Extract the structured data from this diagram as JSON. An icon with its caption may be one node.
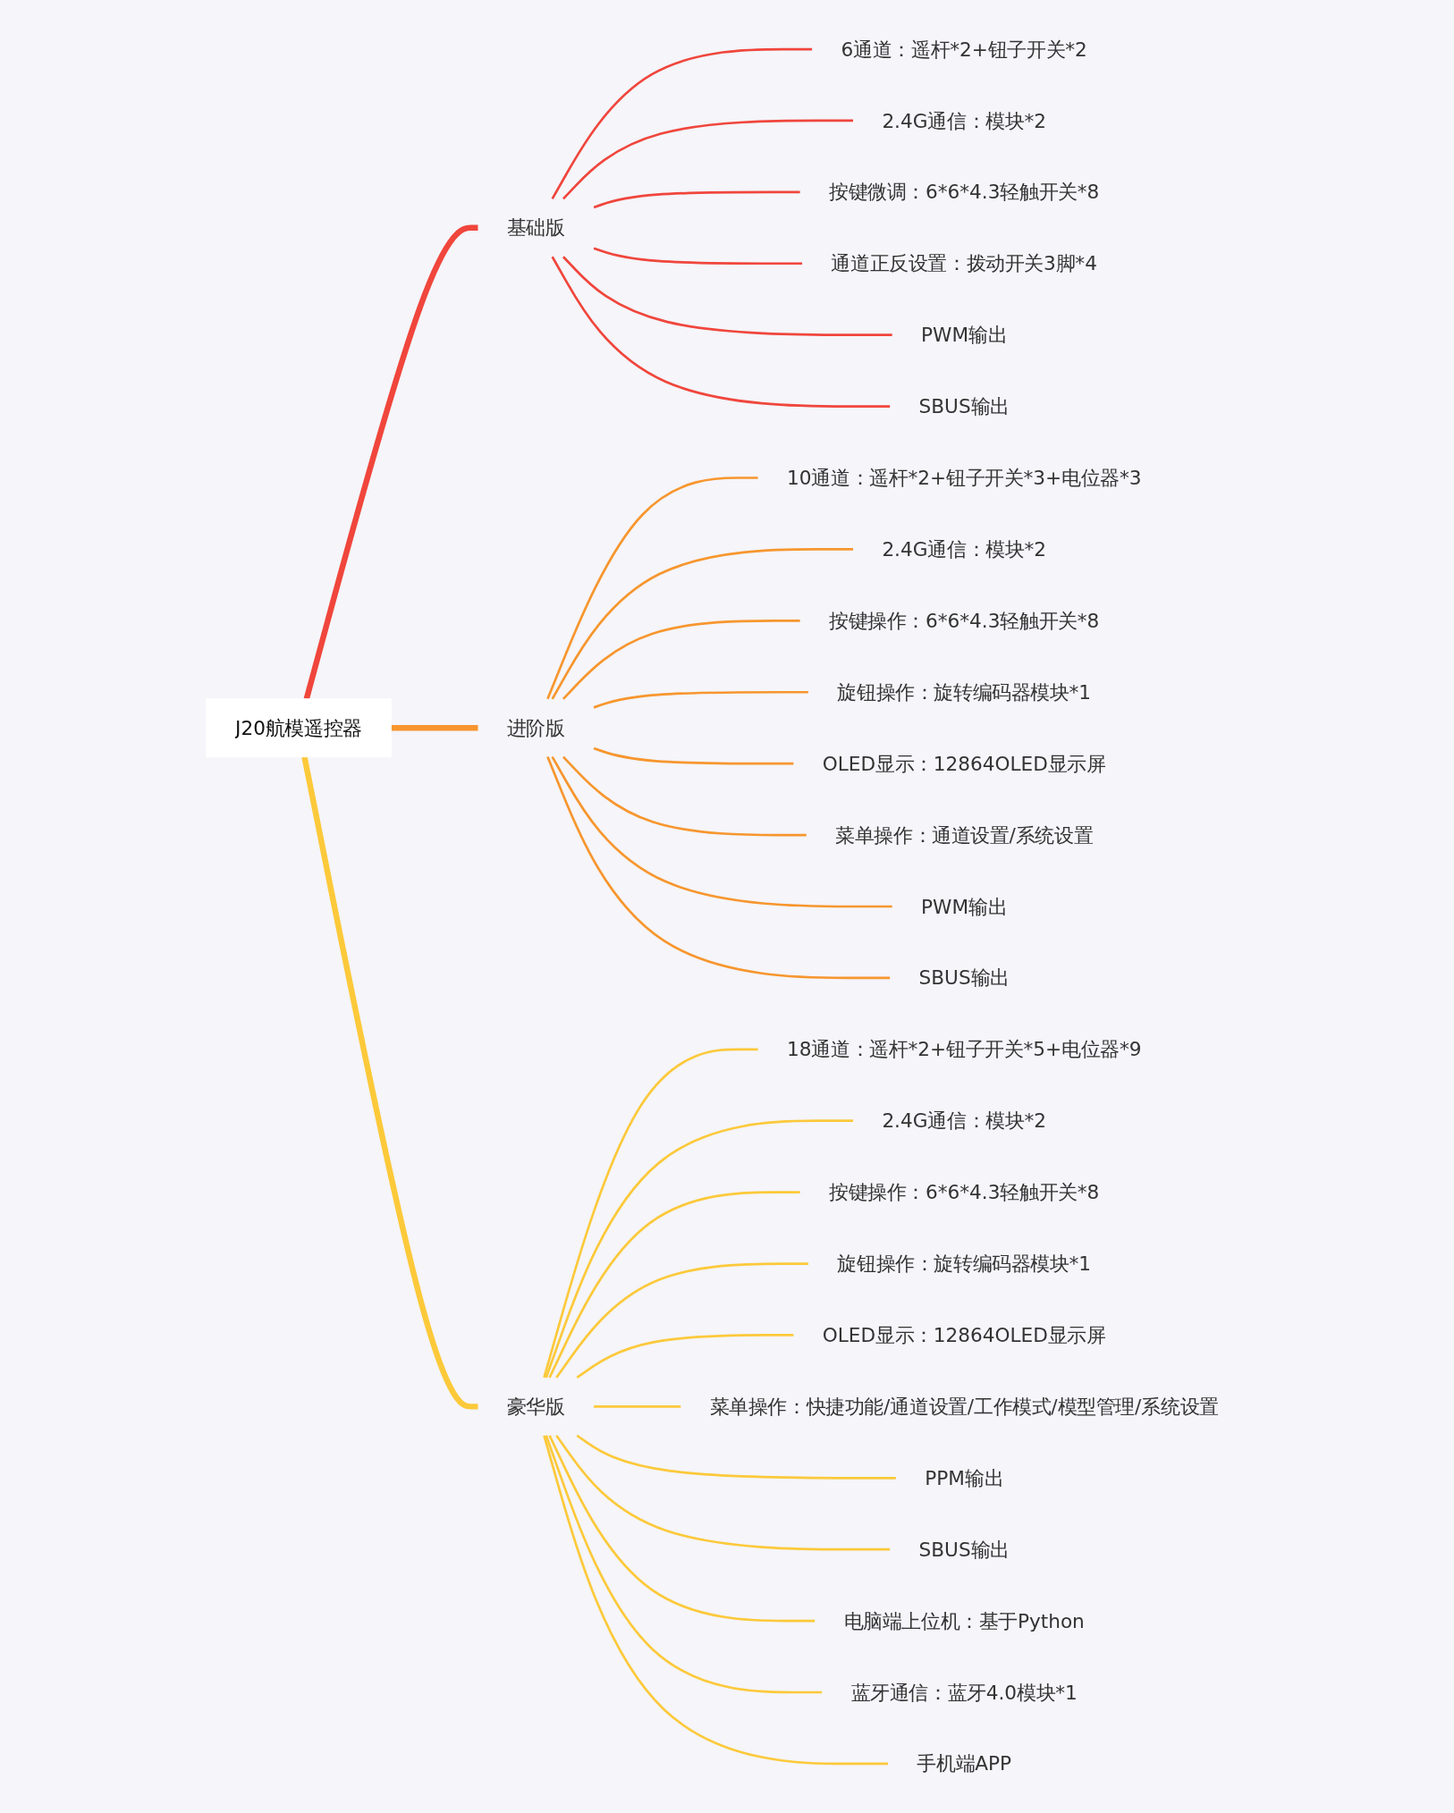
{
  "diagram": {
    "nodes": [
      {
        "text": [
          "J20航模遥控器"
        ]
      },
      {
        "text": [
          "基础版"
        ]
      },
      {
        "text": [
          "6通道：遥杆*2+钮子开关*2"
        ]
      },
      {
        "text": [
          "2.4G通信：模块*2"
        ]
      },
      {
        "text": [
          "按键微调：6*6*4.3轻触开关*8"
        ]
      },
      {
        "text": [
          "通道正反设置：拨动开关3脚*4"
        ]
      },
      {
        "text": [
          "PWM输出"
        ]
      },
      {
        "text": [
          "SBUS输出"
        ]
      },
      {
        "text": [
          "进阶版"
        ]
      },
      {
        "text": [
          "10通道：遥杆*2+钮子开关*3+电位器*3"
        ]
      },
      {
        "text": [
          "2.4G通信：模块*2"
        ]
      },
      {
        "text": [
          "按键操作：6*6*4.3轻触开关*8"
        ]
      },
      {
        "text": [
          "旋钮操作：旋转编码器模块*1"
        ]
      },
      {
        "text": [
          "OLED显示：12864OLED显示屏"
        ]
      },
      {
        "text": [
          "菜单操作：通道设置/系统设置"
        ]
      },
      {
        "text": [
          "PWM输出"
        ]
      },
      {
        "text": [
          "SBUS输出"
        ]
      },
      {
        "text": [
          "豪华版"
        ]
      },
      {
        "text": [
          "18通道：遥杆*2+钮子开关*5+电位器*9"
        ]
      },
      {
        "text": [
          "2.4G通信：模块*2"
        ]
      },
      {
        "text": [
          "按键操作：6*6*4.3轻触开关*8"
        ]
      },
      {
        "text": [
          "旋钮操作：旋转编码器模块*1"
        ]
      },
      {
        "text": [
          "OLED显示：12864OLED显示屏"
        ]
      },
      {
        "text": [
          "菜单操作：快捷功能/通道设置/工作模式/模型管理/系统设置"
        ]
      },
      {
        "text": [
          "PPM输出"
        ]
      },
      {
        "text": [
          "SBUS输出"
        ]
      },
      {
        "text": [
          "电脑端上位机：基于Python"
        ]
      },
      {
        "text": [
          "蓝牙通信：蓝牙4.0模块*1"
        ]
      },
      {
        "text": [
          "手机端APP"
        ]
      }
    ],
    "edges": [
      {
        "from": 0,
        "to": 1,
        "arrow": "none",
        "style": "thick",
        "color": "#f0463c"
      },
      {
        "from": 1,
        "to": 2,
        "arrow": "none",
        "color": "#f0463c"
      },
      {
        "from": 1,
        "to": 3,
        "arrow": "none",
        "color": "#f0463c"
      },
      {
        "from": 1,
        "to": 4,
        "arrow": "none",
        "color": "#f0463c"
      },
      {
        "from": 1,
        "to": 5,
        "arrow": "none",
        "color": "#f0463c"
      },
      {
        "from": 1,
        "to": 6,
        "arrow": "none",
        "color": "#f0463c"
      },
      {
        "from": 1,
        "to": 7,
        "arrow": "none",
        "color": "#f0463c"
      },
      {
        "from": 0,
        "to": 8,
        "arrow": "none",
        "style": "thick",
        "color": "#f7962e"
      },
      {
        "from": 8,
        "to": 9,
        "arrow": "none",
        "color": "#f7962e"
      },
      {
        "from": 8,
        "to": 10,
        "arrow": "none",
        "color": "#f7962e"
      },
      {
        "from": 8,
        "to": 11,
        "arrow": "none",
        "color": "#f7962e"
      },
      {
        "from": 8,
        "to": 12,
        "arrow": "none",
        "color": "#f7962e"
      },
      {
        "from": 8,
        "to": 13,
        "arrow": "none",
        "color": "#f7962e"
      },
      {
        "from": 8,
        "to": 14,
        "arrow": "none",
        "color": "#f7962e"
      },
      {
        "from": 8,
        "to": 15,
        "arrow": "none",
        "color": "#f7962e"
      },
      {
        "from": 8,
        "to": 16,
        "arrow": "none",
        "color": "#f7962e"
      },
      {
        "from": 0,
        "to": 17,
        "arrow": "none",
        "style": "thick",
        "color": "#fcc93a"
      },
      {
        "from": 17,
        "to": 18,
        "arrow": "none",
        "color": "#fcc93a"
      },
      {
        "from": 17,
        "to": 19,
        "arrow": "none",
        "color": "#fcc93a"
      },
      {
        "from": 17,
        "to": 20,
        "arrow": "none",
        "color": "#fcc93a"
      },
      {
        "from": 17,
        "to": 21,
        "arrow": "none",
        "color": "#fcc93a"
      },
      {
        "from": 17,
        "to": 22,
        "arrow": "none",
        "color": "#fcc93a"
      },
      {
        "from": 17,
        "to": 23,
        "arrow": "none",
        "color": "#fcc93a"
      },
      {
        "from": 17,
        "to": 24,
        "arrow": "none",
        "color": "#fcc93a"
      },
      {
        "from": 17,
        "to": 25,
        "arrow": "none",
        "color": "#fcc93a"
      },
      {
        "from": 17,
        "to": 26,
        "arrow": "none",
        "color": "#fcc93a"
      },
      {
        "from": 17,
        "to": 27,
        "arrow": "none",
        "color": "#fcc93a"
      },
      {
        "from": 17,
        "to": 28,
        "arrow": "none",
        "color": "#fcc93a"
      }
    ]
  }
}
